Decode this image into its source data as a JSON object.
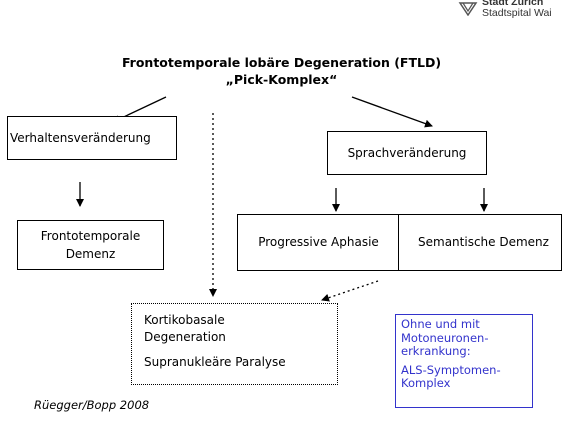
{
  "logo": {
    "line1": "Stadt Zürich",
    "line2": "Stadtspital Wai"
  },
  "title": {
    "line1": "Frontotemporale lobäre Degeneration (FTLD)",
    "line2": "„Pick-Komplex“"
  },
  "nodes": {
    "verhalten": "Verhaltensveränderung",
    "sprache": "Sprachveränderung",
    "ftd_line1": "Frontotemporale",
    "ftd_line2": "Demenz",
    "progressive": "Progressive Aphasie",
    "semantic": "Semantische Demenz",
    "kortiko_line1": "Kortikobasale",
    "kortiko_line2": "Degeneration",
    "supra": "Supranukleäre Paralyse"
  },
  "note": {
    "line1": "Ohne und mit",
    "line2": "Motoneuronen-",
    "line3": "erkrankung:",
    "line4": "ALS-Symptomen-",
    "line5": "Komplex"
  },
  "citation": "Rüegger/Bopp 2008",
  "colors": {
    "note_blue": "#3333cc",
    "line": "#000000",
    "border": "#000000"
  }
}
